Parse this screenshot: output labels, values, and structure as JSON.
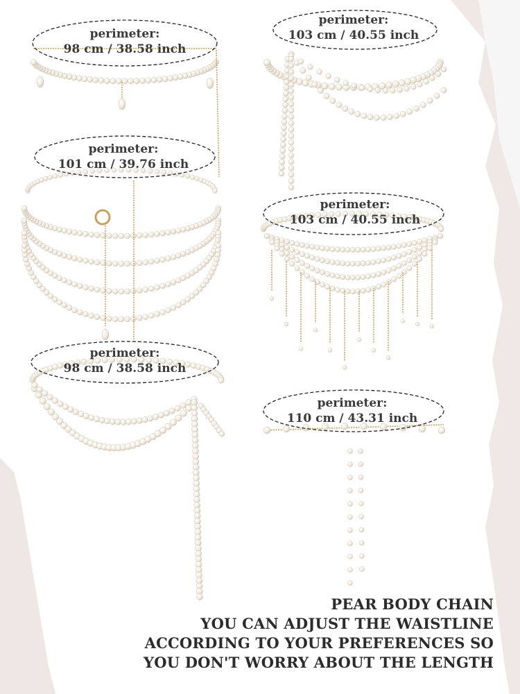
{
  "colors": {
    "background": "#ffffff",
    "paper_shadow": "#f1ebe8",
    "pearl": "#f4efe6",
    "pearl_shade": "#d9d0c2",
    "gold_chain": "#c9a15a",
    "text": "#333333"
  },
  "products": [
    {
      "label": "perimeter:",
      "size": "98 cm / 38.58 inch"
    },
    {
      "label": "perimeter:",
      "size": "103 cm / 40.55 inch"
    },
    {
      "label": "perimeter:",
      "size": "101 cm / 39.76 inch"
    },
    {
      "label": "perimeter:",
      "size": "103 cm / 40.55 inch"
    },
    {
      "label": "perimeter:",
      "size": "98 cm / 38.58 inch"
    },
    {
      "label": "perimeter:",
      "size": "110 cm / 43.31 inch"
    }
  ],
  "caption": {
    "line1": "PEAR BODY CHAIN",
    "line2": "YOU CAN ADJUST THE WAISTLINE",
    "line3": "ACCORDING TO YOUR PREFERENCES SO",
    "line4": "YOU DON'T WORRY ABOUT THE LENGTH"
  }
}
